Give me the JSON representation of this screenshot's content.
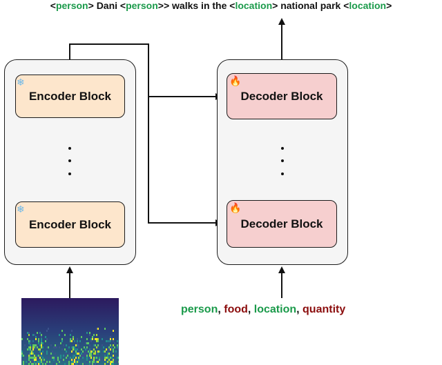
{
  "top_sentence": {
    "parts": [
      {
        "text": "<",
        "color": "dark"
      },
      {
        "text": "person",
        "color": "green"
      },
      {
        "text": "> Dani <",
        "color": "dark"
      },
      {
        "text": "person",
        "color": "green"
      },
      {
        "text": ">> walks in the <",
        "color": "dark"
      },
      {
        "text": "location",
        "color": "green"
      },
      {
        "text": "> national park <",
        "color": "dark"
      },
      {
        "text": "location",
        "color": "green"
      },
      {
        "text": ">",
        "color": "dark"
      }
    ]
  },
  "encoder": {
    "blocks": [
      {
        "label": "Encoder Block",
        "icon": "snowflake-icon"
      },
      {
        "label": "Encoder Block",
        "icon": "snowflake-icon"
      }
    ]
  },
  "decoder": {
    "blocks": [
      {
        "label": "Decoder Block",
        "icon": "fire-icon"
      },
      {
        "label": "Decoder Block",
        "icon": "fire-icon"
      }
    ]
  },
  "entity_classes": [
    {
      "text": "person",
      "color": "green"
    },
    {
      "text": ", ",
      "color": "dark"
    },
    {
      "text": "food",
      "color": "red"
    },
    {
      "text": ", ",
      "color": "dark"
    },
    {
      "text": "location",
      "color": "green"
    },
    {
      "text": ", ",
      "color": "dark"
    },
    {
      "text": "quantity",
      "color": "red"
    }
  ],
  "colors": {
    "green": "#1a9a4a",
    "red": "#8b0d0d",
    "encoder_fill": "#fde6cc",
    "decoder_fill": "#f6cfcf",
    "stack_fill": "#f5f5f5"
  },
  "input_image": "spectrogram-image"
}
